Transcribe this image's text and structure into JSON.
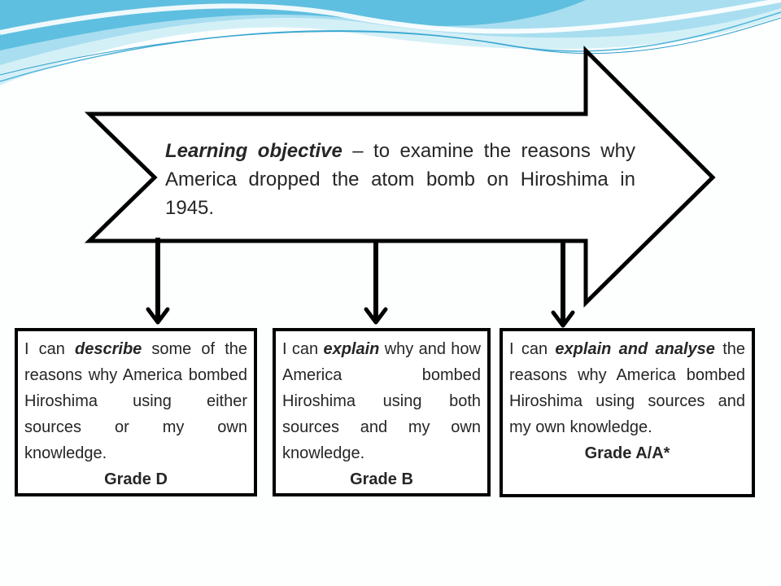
{
  "objective": {
    "label": "Learning objective",
    "text": " – to examine the reasons why America dropped the atom bomb on Hiroshima in 1945."
  },
  "boxes": [
    {
      "prefix": "I can ",
      "verb": "describe",
      "suffix": " some of the reasons why America bombed Hiroshima using either sources or my own knowledge.",
      "grade": "Grade D"
    },
    {
      "prefix": "I can ",
      "verb": "explain",
      "suffix": " why and how America bombed Hiroshima using both sources and my own knowledge.",
      "grade": "Grade B"
    },
    {
      "prefix": "I can ",
      "verb": "explain and analyse",
      "suffix": " the reasons why America bombed Hiroshima using sources and my own knowledge.",
      "grade": "Grade A/A*"
    }
  ],
  "colors": {
    "wave_light": "#cdeef6",
    "wave_mid": "#8fd3ea",
    "wave_dark": "#2f9fca",
    "outline": "#000000"
  }
}
